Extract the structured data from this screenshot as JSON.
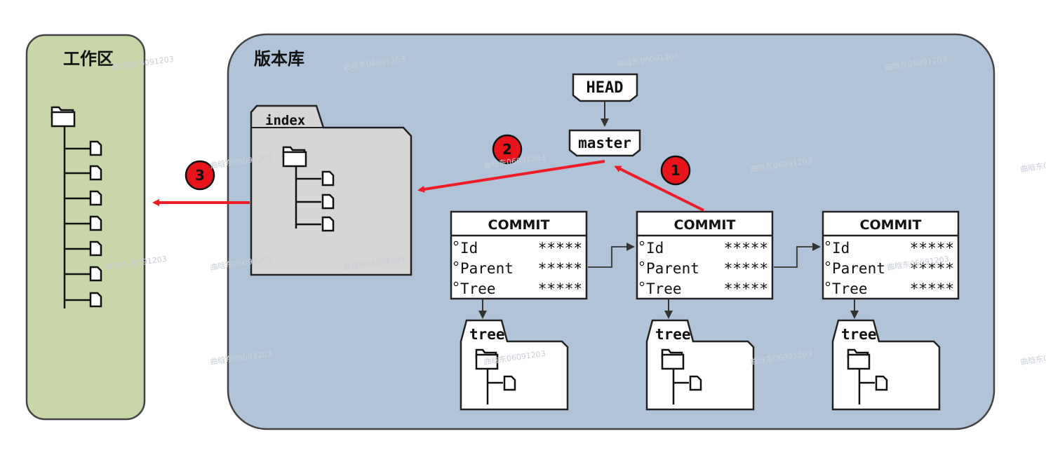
{
  "workspace": {
    "title": "工作区"
  },
  "repository": {
    "title": "版本库"
  },
  "index": {
    "label": "index"
  },
  "refs": {
    "head": "HEAD",
    "branch": "master"
  },
  "commits": [
    {
      "title": "COMMIT",
      "fields": [
        {
          "name": "Id",
          "value": "*****"
        },
        {
          "name": "Parent",
          "value": "*****"
        },
        {
          "name": "Tree",
          "value": "*****"
        }
      ],
      "tree_label": "tree"
    },
    {
      "title": "COMMIT",
      "fields": [
        {
          "name": "Id",
          "value": "*****"
        },
        {
          "name": "Parent",
          "value": "*****"
        },
        {
          "name": "Tree",
          "value": "*****"
        }
      ],
      "tree_label": "tree"
    },
    {
      "title": "COMMIT",
      "fields": [
        {
          "name": "Id",
          "value": "*****"
        },
        {
          "name": "Parent",
          "value": "*****"
        },
        {
          "name": "Tree",
          "value": "*****"
        }
      ],
      "tree_label": "tree"
    }
  ],
  "steps": [
    "1",
    "2",
    "3"
  ],
  "watermark": "曲晗东06091203",
  "colors": {
    "workspace_fill": "#c9d7a8",
    "repository_fill": "#b1c3d9",
    "index_fill": "#d6d6d6",
    "arrow_red": "#ee1c25",
    "badge_red": "#e8141c"
  }
}
